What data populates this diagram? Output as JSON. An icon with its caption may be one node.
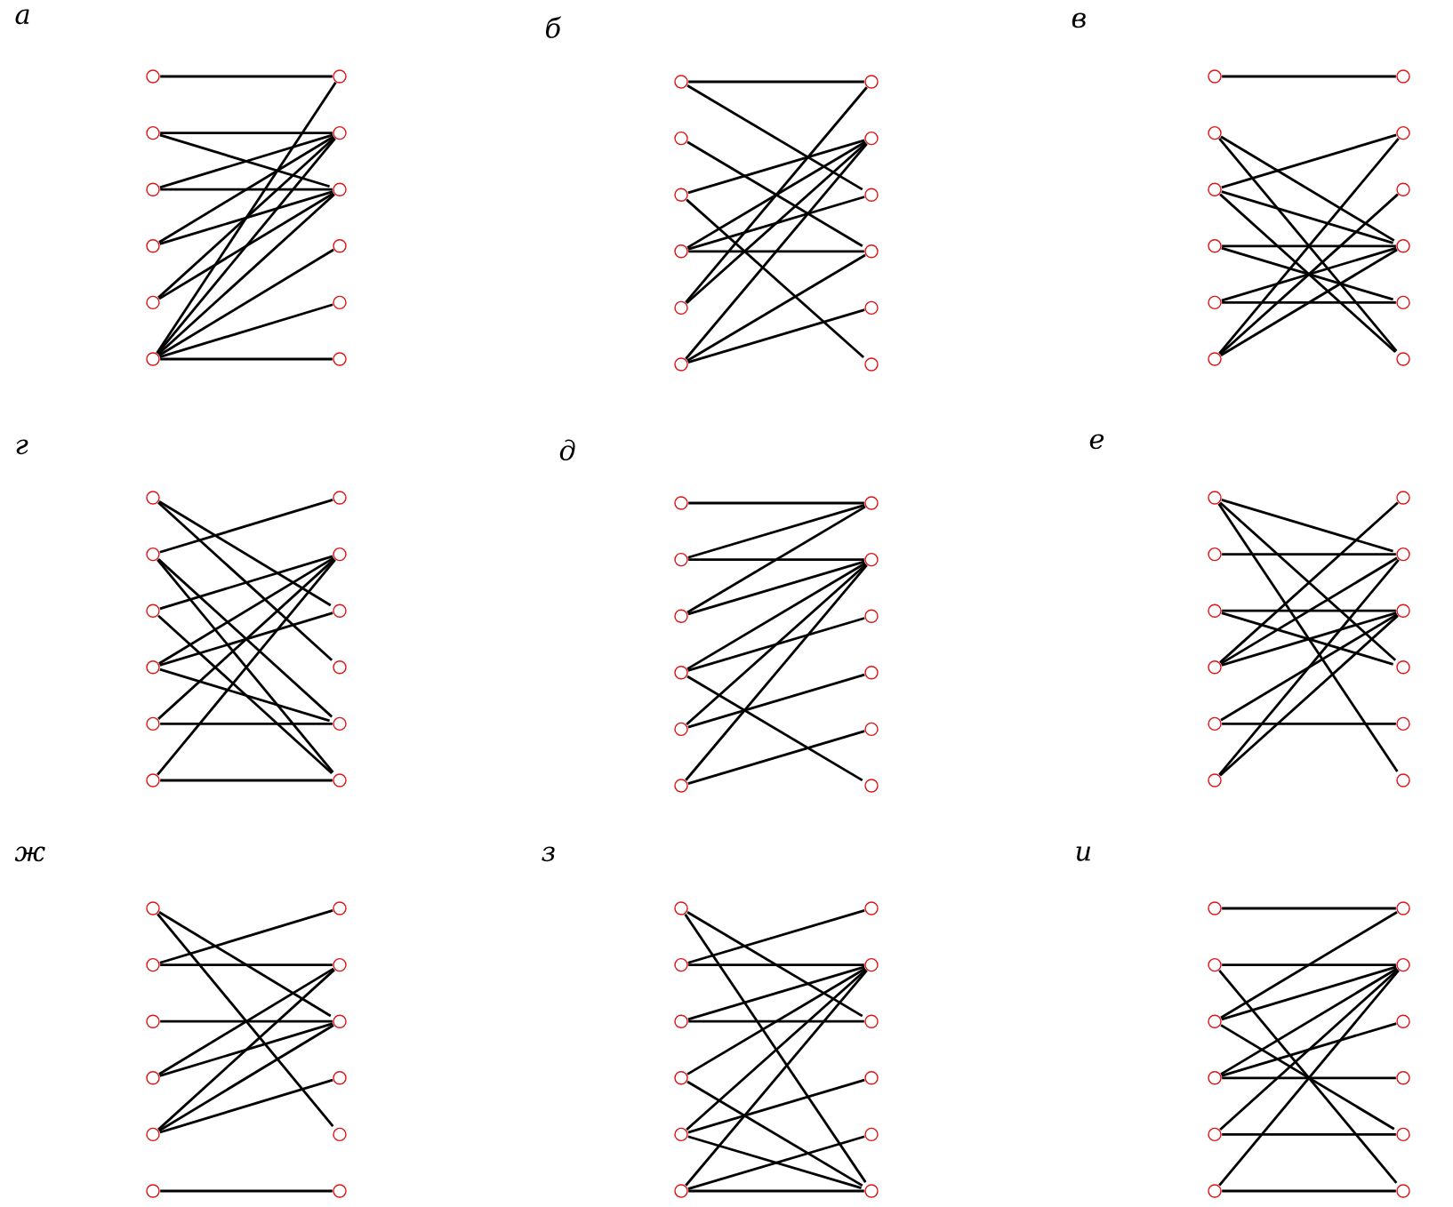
{
  "diagram": {
    "nodes": [
      {
        "text": [],
        "shape": "circle"
      },
      {
        "text": [],
        "shape": "circle"
      },
      {
        "text": [],
        "shape": "circle"
      },
      {
        "text": [],
        "shape": "circle"
      },
      {
        "text": [],
        "shape": "circle"
      },
      {
        "text": [],
        "shape": "circle"
      },
      {
        "text": [],
        "shape": "circle"
      },
      {
        "text": [],
        "shape": "circle"
      },
      {
        "text": [],
        "shape": "circle"
      },
      {
        "text": [],
        "shape": "circle"
      },
      {
        "text": [],
        "shape": "circle"
      },
      {
        "text": [],
        "shape": "circle"
      },
      {
        "text": [],
        "shape": "circle"
      },
      {
        "text": [],
        "shape": "circle"
      },
      {
        "text": [],
        "shape": "circle"
      },
      {
        "text": [],
        "shape": "circle"
      },
      {
        "text": [],
        "shape": "circle"
      },
      {
        "text": [],
        "shape": "circle"
      },
      {
        "text": [],
        "shape": "circle"
      },
      {
        "text": [],
        "shape": "circle"
      },
      {
        "text": [],
        "shape": "circle"
      },
      {
        "text": [],
        "shape": "circle"
      },
      {
        "text": [],
        "shape": "circle"
      },
      {
        "text": [],
        "shape": "circle"
      },
      {
        "text": [],
        "shape": "circle"
      },
      {
        "text": [],
        "shape": "circle"
      },
      {
        "text": [],
        "shape": "circle"
      },
      {
        "text": [],
        "shape": "circle"
      },
      {
        "text": [],
        "shape": "circle"
      },
      {
        "text": [],
        "shape": "circle"
      },
      {
        "text": [],
        "shape": "circle"
      },
      {
        "text": [],
        "shape": "circle"
      },
      {
        "text": [],
        "shape": "circle"
      },
      {
        "text": [],
        "shape": "circle"
      },
      {
        "text": [],
        "shape": "circle"
      },
      {
        "text": [],
        "shape": "circle"
      },
      {
        "text": [],
        "shape": "circle"
      },
      {
        "text": [],
        "shape": "circle"
      },
      {
        "text": [],
        "shape": "circle"
      },
      {
        "text": [],
        "shape": "circle"
      },
      {
        "text": [],
        "shape": "circle"
      },
      {
        "text": [],
        "shape": "circle"
      },
      {
        "text": [],
        "shape": "circle"
      },
      {
        "text": [],
        "shape": "circle"
      },
      {
        "text": [],
        "shape": "circle"
      },
      {
        "text": [],
        "shape": "circle"
      },
      {
        "text": [],
        "shape": "circle"
      },
      {
        "text": [],
        "shape": "circle"
      },
      {
        "text": [],
        "shape": "circle"
      },
      {
        "text": [],
        "shape": "circle"
      },
      {
        "text": [],
        "shape": "circle"
      },
      {
        "text": [],
        "shape": "circle"
      },
      {
        "text": [],
        "shape": "circle"
      },
      {
        "text": [],
        "shape": "circle"
      },
      {
        "text": [],
        "shape": "circle"
      },
      {
        "text": [],
        "shape": "circle"
      },
      {
        "text": [],
        "shape": "circle"
      },
      {
        "text": [],
        "shape": "circle"
      },
      {
        "text": [],
        "shape": "circle"
      },
      {
        "text": [],
        "shape": "circle"
      },
      {
        "text": [],
        "shape": "circle"
      },
      {
        "text": [],
        "shape": "circle"
      },
      {
        "text": [],
        "shape": "circle"
      },
      {
        "text": [],
        "shape": "circle"
      },
      {
        "text": [],
        "shape": "circle"
      },
      {
        "text": [],
        "shape": "circle"
      },
      {
        "text": [],
        "shape": "circle"
      },
      {
        "text": [],
        "shape": "circle"
      },
      {
        "text": [],
        "shape": "circle"
      },
      {
        "text": [],
        "shape": "circle"
      },
      {
        "text": [],
        "shape": "circle"
      },
      {
        "text": [],
        "shape": "circle"
      },
      {
        "text": [],
        "shape": "circle"
      },
      {
        "text": [],
        "shape": "circle"
      },
      {
        "text": [],
        "shape": "circle"
      },
      {
        "text": [],
        "shape": "circle"
      },
      {
        "text": [],
        "shape": "circle"
      },
      {
        "text": [],
        "shape": "circle"
      },
      {
        "text": [],
        "shape": "circle"
      },
      {
        "text": [],
        "shape": "circle"
      },
      {
        "text": [],
        "shape": "circle"
      },
      {
        "text": [],
        "shape": "circle"
      },
      {
        "text": [],
        "shape": "circle"
      },
      {
        "text": [],
        "shape": "circle"
      },
      {
        "text": [],
        "shape": "circle"
      },
      {
        "text": [],
        "shape": "circle"
      },
      {
        "text": [],
        "shape": "circle"
      },
      {
        "text": [],
        "shape": "circle"
      },
      {
        "text": [],
        "shape": "circle"
      },
      {
        "text": [],
        "shape": "circle"
      },
      {
        "text": [],
        "shape": "circle"
      },
      {
        "text": [],
        "shape": "circle"
      },
      {
        "text": [],
        "shape": "circle"
      },
      {
        "text": [],
        "shape": "circle"
      },
      {
        "text": [],
        "shape": "circle"
      },
      {
        "text": [],
        "shape": "circle"
      },
      {
        "text": [],
        "shape": "circle"
      },
      {
        "text": [],
        "shape": "circle"
      },
      {
        "text": [],
        "shape": "circle"
      },
      {
        "text": [],
        "shape": "circle"
      },
      {
        "text": [],
        "shape": "circle"
      },
      {
        "text": [],
        "shape": "circle"
      },
      {
        "text": [],
        "shape": "circle"
      },
      {
        "text": [],
        "shape": "circle"
      },
      {
        "text": [],
        "shape": "circle"
      },
      {
        "text": [],
        "shape": "circle"
      },
      {
        "text": [],
        "shape": "circle"
      },
      {
        "text": [],
        "shape": "circle"
      }
    ],
    "edges": [
      {
        "from": 0,
        "to": 6,
        "arrow": "none"
      },
      {
        "from": 1,
        "to": 7,
        "arrow": "none"
      },
      {
        "from": 1,
        "to": 8,
        "arrow": "none"
      },
      {
        "from": 2,
        "to": 7,
        "arrow": "none"
      },
      {
        "from": 2,
        "to": 8,
        "arrow": "none"
      },
      {
        "from": 3,
        "to": 7,
        "arrow": "none"
      },
      {
        "from": 3,
        "to": 8,
        "arrow": "none"
      },
      {
        "from": 4,
        "to": 7,
        "arrow": "none"
      },
      {
        "from": 4,
        "to": 8,
        "arrow": "none"
      },
      {
        "from": 5,
        "to": 6,
        "arrow": "none"
      },
      {
        "from": 5,
        "to": 7,
        "arrow": "none"
      },
      {
        "from": 5,
        "to": 8,
        "arrow": "none"
      },
      {
        "from": 5,
        "to": 9,
        "arrow": "none"
      },
      {
        "from": 5,
        "to": 10,
        "arrow": "none"
      },
      {
        "from": 5,
        "to": 11,
        "arrow": "none"
      },
      {
        "from": 12,
        "to": 18,
        "arrow": "none"
      },
      {
        "from": 12,
        "to": 20,
        "arrow": "none"
      },
      {
        "from": 13,
        "to": 21,
        "arrow": "none"
      },
      {
        "from": 14,
        "to": 19,
        "arrow": "none"
      },
      {
        "from": 14,
        "to": 23,
        "arrow": "none"
      },
      {
        "from": 15,
        "to": 19,
        "arrow": "none"
      },
      {
        "from": 15,
        "to": 20,
        "arrow": "none"
      },
      {
        "from": 15,
        "to": 21,
        "arrow": "none"
      },
      {
        "from": 16,
        "to": 18,
        "arrow": "none"
      },
      {
        "from": 16,
        "to": 19,
        "arrow": "none"
      },
      {
        "from": 17,
        "to": 19,
        "arrow": "none"
      },
      {
        "from": 17,
        "to": 21,
        "arrow": "none"
      },
      {
        "from": 17,
        "to": 22,
        "arrow": "none"
      },
      {
        "from": 24,
        "to": 30,
        "arrow": "none"
      },
      {
        "from": 25,
        "to": 33,
        "arrow": "none"
      },
      {
        "from": 25,
        "to": 35,
        "arrow": "none"
      },
      {
        "from": 26,
        "to": 31,
        "arrow": "none"
      },
      {
        "from": 26,
        "to": 33,
        "arrow": "none"
      },
      {
        "from": 26,
        "to": 35,
        "arrow": "none"
      },
      {
        "from": 27,
        "to": 33,
        "arrow": "none"
      },
      {
        "from": 27,
        "to": 34,
        "arrow": "none"
      },
      {
        "from": 28,
        "to": 33,
        "arrow": "none"
      },
      {
        "from": 28,
        "to": 34,
        "arrow": "none"
      },
      {
        "from": 29,
        "to": 31,
        "arrow": "none"
      },
      {
        "from": 29,
        "to": 32,
        "arrow": "none"
      },
      {
        "from": 29,
        "to": 33,
        "arrow": "none"
      },
      {
        "from": 36,
        "to": 44,
        "arrow": "none"
      },
      {
        "from": 36,
        "to": 45,
        "arrow": "none"
      },
      {
        "from": 37,
        "to": 42,
        "arrow": "none"
      },
      {
        "from": 37,
        "to": 46,
        "arrow": "none"
      },
      {
        "from": 37,
        "to": 47,
        "arrow": "none"
      },
      {
        "from": 38,
        "to": 43,
        "arrow": "none"
      },
      {
        "from": 38,
        "to": 47,
        "arrow": "none"
      },
      {
        "from": 39,
        "to": 43,
        "arrow": "none"
      },
      {
        "from": 39,
        "to": 44,
        "arrow": "none"
      },
      {
        "from": 39,
        "to": 46,
        "arrow": "none"
      },
      {
        "from": 40,
        "to": 43,
        "arrow": "none"
      },
      {
        "from": 40,
        "to": 46,
        "arrow": "none"
      },
      {
        "from": 41,
        "to": 43,
        "arrow": "none"
      },
      {
        "from": 41,
        "to": 47,
        "arrow": "none"
      },
      {
        "from": 48,
        "to": 54,
        "arrow": "none"
      },
      {
        "from": 49,
        "to": 54,
        "arrow": "none"
      },
      {
        "from": 49,
        "to": 55,
        "arrow": "none"
      },
      {
        "from": 50,
        "to": 54,
        "arrow": "none"
      },
      {
        "from": 50,
        "to": 55,
        "arrow": "none"
      },
      {
        "from": 51,
        "to": 55,
        "arrow": "none"
      },
      {
        "from": 51,
        "to": 56,
        "arrow": "none"
      },
      {
        "from": 51,
        "to": 59,
        "arrow": "none"
      },
      {
        "from": 52,
        "to": 55,
        "arrow": "none"
      },
      {
        "from": 52,
        "to": 57,
        "arrow": "none"
      },
      {
        "from": 53,
        "to": 55,
        "arrow": "none"
      },
      {
        "from": 53,
        "to": 58,
        "arrow": "none"
      },
      {
        "from": 60,
        "to": 67,
        "arrow": "none"
      },
      {
        "from": 60,
        "to": 69,
        "arrow": "none"
      },
      {
        "from": 60,
        "to": 71,
        "arrow": "none"
      },
      {
        "from": 61,
        "to": 67,
        "arrow": "none"
      },
      {
        "from": 62,
        "to": 68,
        "arrow": "none"
      },
      {
        "from": 62,
        "to": 69,
        "arrow": "none"
      },
      {
        "from": 63,
        "to": 66,
        "arrow": "none"
      },
      {
        "from": 63,
        "to": 67,
        "arrow": "none"
      },
      {
        "from": 63,
        "to": 68,
        "arrow": "none"
      },
      {
        "from": 64,
        "to": 68,
        "arrow": "none"
      },
      {
        "from": 64,
        "to": 70,
        "arrow": "none"
      },
      {
        "from": 65,
        "to": 67,
        "arrow": "none"
      },
      {
        "from": 65,
        "to": 68,
        "arrow": "none"
      },
      {
        "from": 72,
        "to": 80,
        "arrow": "none"
      },
      {
        "from": 72,
        "to": 82,
        "arrow": "none"
      },
      {
        "from": 73,
        "to": 78,
        "arrow": "none"
      },
      {
        "from": 73,
        "to": 79,
        "arrow": "none"
      },
      {
        "from": 74,
        "to": 80,
        "arrow": "none"
      },
      {
        "from": 75,
        "to": 79,
        "arrow": "none"
      },
      {
        "from": 75,
        "to": 80,
        "arrow": "none"
      },
      {
        "from": 76,
        "to": 79,
        "arrow": "none"
      },
      {
        "from": 76,
        "to": 80,
        "arrow": "none"
      },
      {
        "from": 76,
        "to": 81,
        "arrow": "none"
      },
      {
        "from": 77,
        "to": 83,
        "arrow": "none"
      },
      {
        "from": 84,
        "to": 92,
        "arrow": "none"
      },
      {
        "from": 84,
        "to": 95,
        "arrow": "none"
      },
      {
        "from": 85,
        "to": 90,
        "arrow": "none"
      },
      {
        "from": 85,
        "to": 91,
        "arrow": "none"
      },
      {
        "from": 86,
        "to": 91,
        "arrow": "none"
      },
      {
        "from": 86,
        "to": 92,
        "arrow": "none"
      },
      {
        "from": 87,
        "to": 91,
        "arrow": "none"
      },
      {
        "from": 87,
        "to": 95,
        "arrow": "none"
      },
      {
        "from": 88,
        "to": 91,
        "arrow": "none"
      },
      {
        "from": 88,
        "to": 93,
        "arrow": "none"
      },
      {
        "from": 88,
        "to": 95,
        "arrow": "none"
      },
      {
        "from": 89,
        "to": 91,
        "arrow": "none"
      },
      {
        "from": 89,
        "to": 94,
        "arrow": "none"
      },
      {
        "from": 89,
        "to": 95,
        "arrow": "none"
      },
      {
        "from": 96,
        "to": 102,
        "arrow": "none"
      },
      {
        "from": 97,
        "to": 103,
        "arrow": "none"
      },
      {
        "from": 97,
        "to": 107,
        "arrow": "none"
      },
      {
        "from": 98,
        "to": 102,
        "arrow": "none"
      },
      {
        "from": 98,
        "to": 103,
        "arrow": "none"
      },
      {
        "from": 98,
        "to": 106,
        "arrow": "none"
      },
      {
        "from": 99,
        "to": 103,
        "arrow": "none"
      },
      {
        "from": 99,
        "to": 104,
        "arrow": "none"
      },
      {
        "from": 99,
        "to": 105,
        "arrow": "none"
      },
      {
        "from": 100,
        "to": 103,
        "arrow": "none"
      },
      {
        "from": 100,
        "to": 106,
        "arrow": "none"
      },
      {
        "from": 101,
        "to": 103,
        "arrow": "none"
      },
      {
        "from": 101,
        "to": 107,
        "arrow": "none"
      }
    ],
    "labels": [
      "а",
      "б",
      "в",
      "г",
      "д",
      "е",
      "ж",
      "з",
      "и"
    ]
  }
}
